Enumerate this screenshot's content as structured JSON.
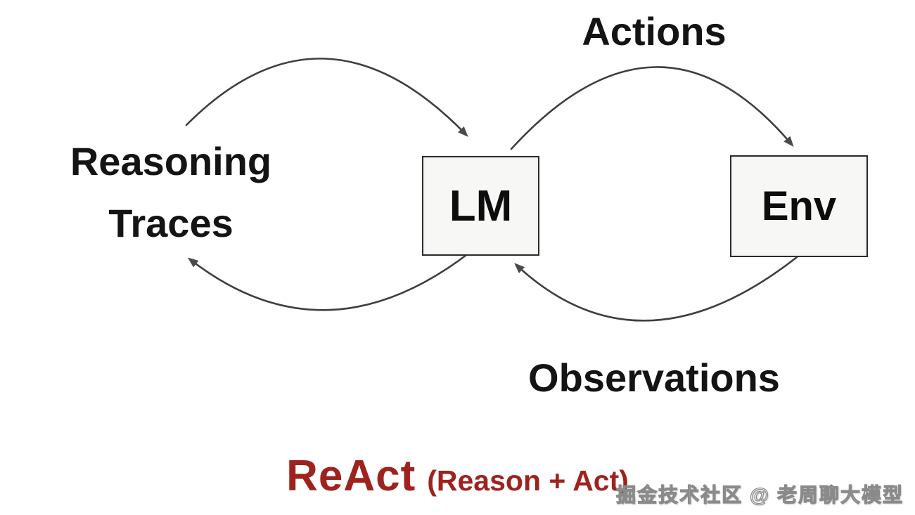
{
  "diagram": {
    "labels": {
      "reasoning_line1": "Reasoning",
      "reasoning_line2": "Traces",
      "actions": "Actions",
      "observations": "Observations"
    },
    "nodes": {
      "lm": "LM",
      "env": "Env"
    },
    "edges": [
      {
        "from": "Reasoning Traces",
        "to": "LM",
        "label": ""
      },
      {
        "from": "LM",
        "to": "Reasoning Traces",
        "label": ""
      },
      {
        "from": "LM",
        "to": "Env",
        "label": "Actions"
      },
      {
        "from": "Env",
        "to": "LM",
        "label": "Observations"
      }
    ],
    "caption": {
      "title": "ReAct",
      "subtitle": "(Reason + Act)"
    },
    "watermark": {
      "text": "掘金技术社区 @ 老周聊大模型"
    },
    "colors": {
      "background": "#ffffff",
      "text": "#141414",
      "arrow": "#3f3f3f",
      "node_fill": "#f7f7f5",
      "node_border": "#2b2b2b",
      "accent_red": "#9e231e",
      "watermark_gray": "#8a8a8a"
    }
  }
}
